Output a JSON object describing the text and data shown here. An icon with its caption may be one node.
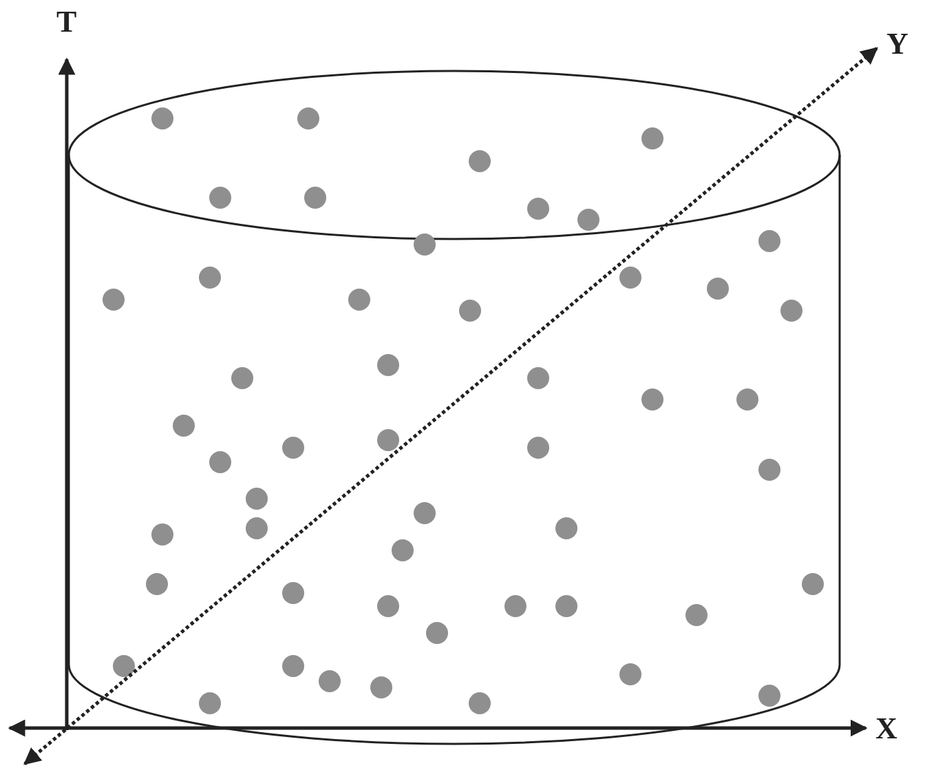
{
  "diagram": {
    "labels": [
      "T",
      "Y",
      "X"
    ]
  }
}
